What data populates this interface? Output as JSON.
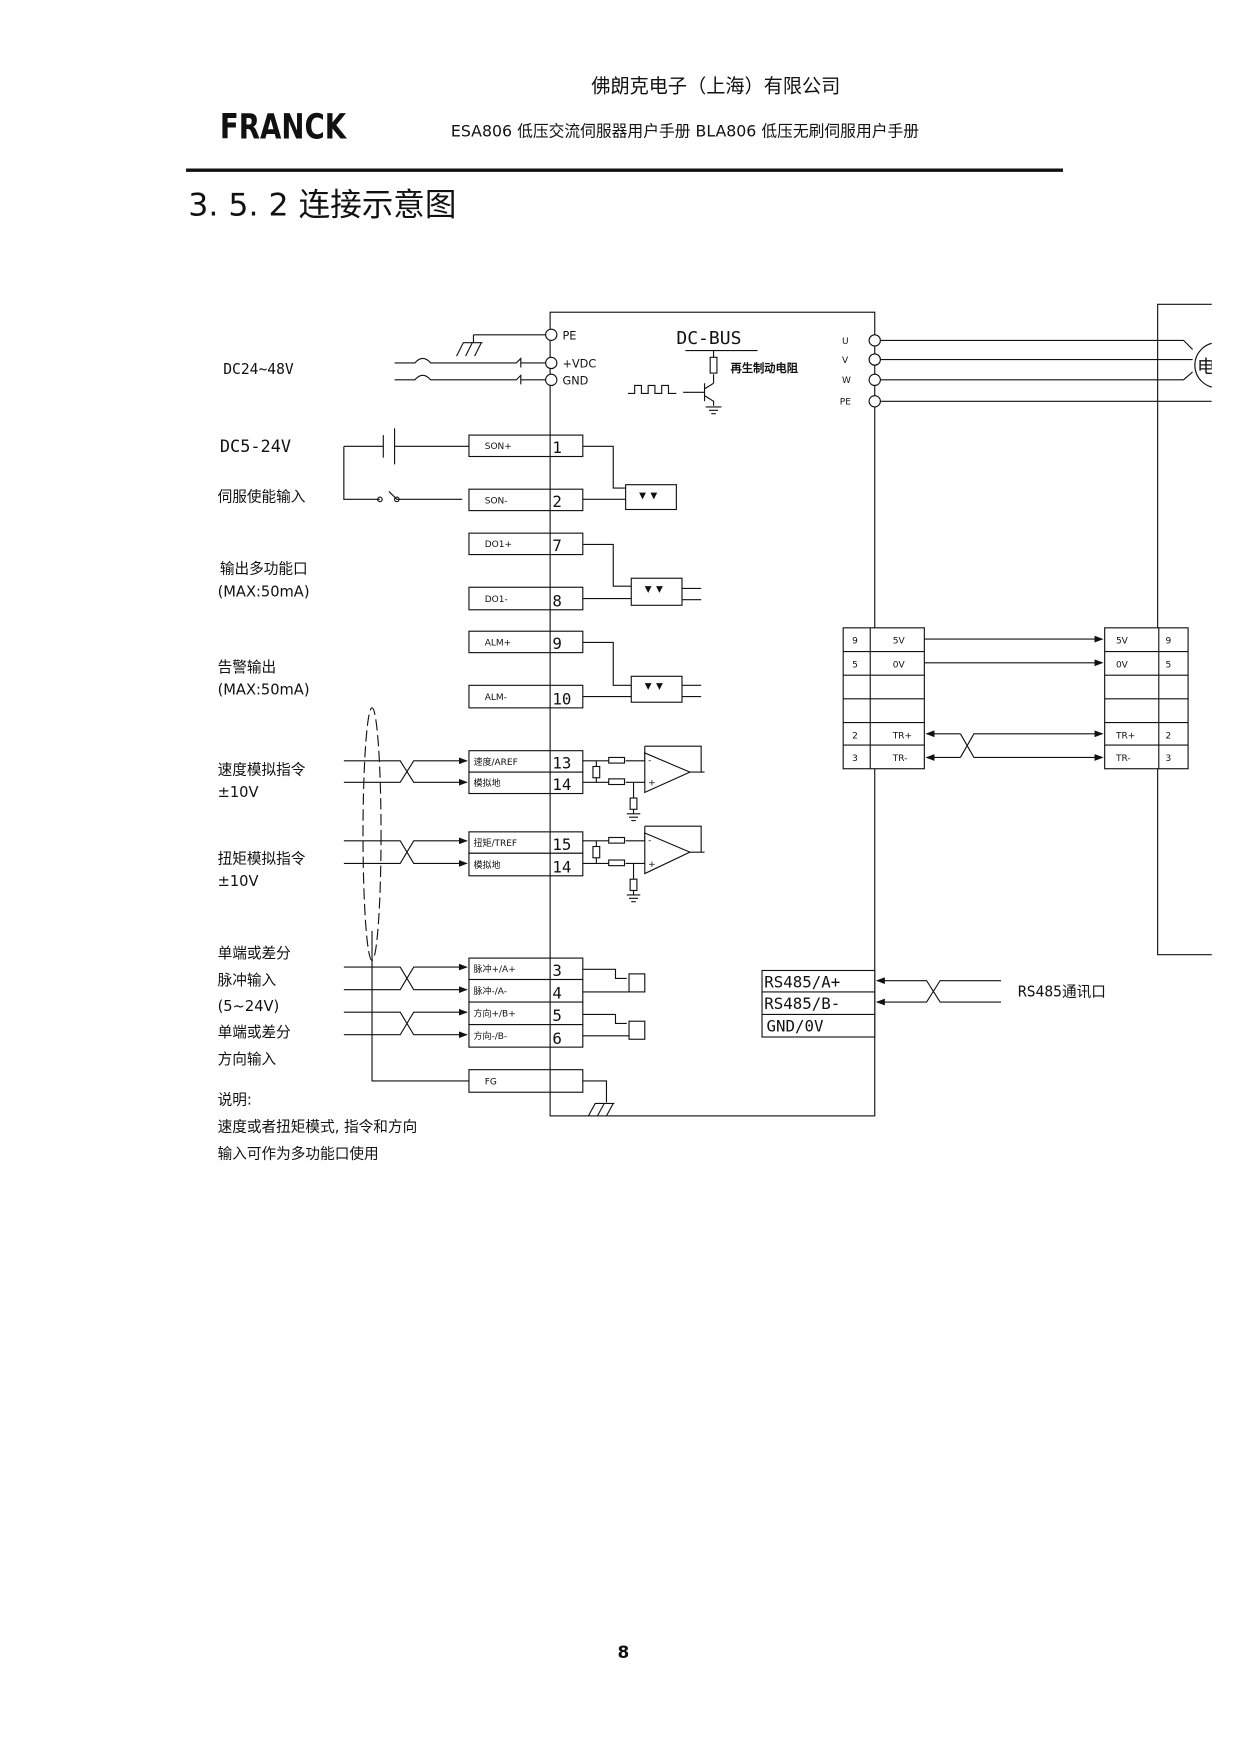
{
  "header": {
    "logo": "FRANCK",
    "company": "佛朗克电子（上海）有限公司",
    "subtitle": "ESA806 低压交流伺服器用户手册  BLA806 低压无刷伺服用户手册"
  },
  "section_title": "3. 5. 2 连接示意图",
  "power": {
    "supply_label": "DC24~48V",
    "pe": "PE",
    "vdc": "+VDC",
    "gnd": "GND",
    "dcbus": "DC-BUS",
    "regen": "再生制动电阻"
  },
  "motor_out": {
    "u": "U",
    "v": "V",
    "w": "W",
    "pe": "PE",
    "motor_char": "电"
  },
  "left_labels": {
    "dc5_24": "DC5-24V",
    "servo_enable": "伺服使能输入",
    "multi_out": "输出多功能口",
    "multi_out_max": "(MAX:50mA)",
    "alarm": "告警输出",
    "alarm_max": "(MAX:50mA)",
    "speed_cmd": "速度模拟指令",
    "speed_range": "±10V",
    "torque_cmd": "扭矩模拟指令",
    "torque_range": "±10V",
    "pulse_1": "单端或差分",
    "pulse_2": "脉冲输入",
    "pulse_3": "(5~24V)",
    "dir_1": "单端或差分",
    "dir_2": "方向输入",
    "note_title": "说明:",
    "note_1": "速度或者扭矩模式, 指令和方向",
    "note_2": "输入可作为多功能口使用"
  },
  "terminals": [
    {
      "name": "SON+",
      "pin": "1"
    },
    {
      "name": "SON-",
      "pin": "2"
    },
    {
      "name": "DO1+",
      "pin": "7"
    },
    {
      "name": "DO1-",
      "pin": "8"
    },
    {
      "name": "ALM+",
      "pin": "9"
    },
    {
      "name": "ALM-",
      "pin": "10"
    },
    {
      "name": "速度/AREF",
      "pin": "13"
    },
    {
      "name": "模拟地",
      "pin": "14"
    },
    {
      "name": "扭矩/TREF",
      "pin": "15"
    },
    {
      "name": "模拟地",
      "pin": "14"
    },
    {
      "name": "脉冲+/A+",
      "pin": "3"
    },
    {
      "name": "脉冲-/A-",
      "pin": "4"
    },
    {
      "name": "方向+/B+",
      "pin": "5"
    },
    {
      "name": "方向-/B-",
      "pin": "6"
    },
    {
      "name": "FG",
      "pin": ""
    }
  ],
  "encoder_left": [
    {
      "pin": "9",
      "sig": "5V"
    },
    {
      "pin": "5",
      "sig": "0V"
    },
    {
      "pin": "",
      "sig": ""
    },
    {
      "pin": "",
      "sig": ""
    },
    {
      "pin": "2",
      "sig": "TR+"
    },
    {
      "pin": "3",
      "sig": "TR-"
    }
  ],
  "encoder_right": [
    {
      "pin": "9",
      "sig": "5V"
    },
    {
      "pin": "5",
      "sig": "0V"
    },
    {
      "pin": "",
      "sig": ""
    },
    {
      "pin": "",
      "sig": ""
    },
    {
      "pin": "2",
      "sig": "TR+"
    },
    {
      "pin": "3",
      "sig": "TR-"
    }
  ],
  "rs485": {
    "a": "RS485/A+",
    "b": "RS485/B-",
    "gnd": "GND/0V",
    "label": "RS485通讯口"
  },
  "opamp": {
    "minus": "-",
    "plus": "+"
  },
  "page_number": "8"
}
